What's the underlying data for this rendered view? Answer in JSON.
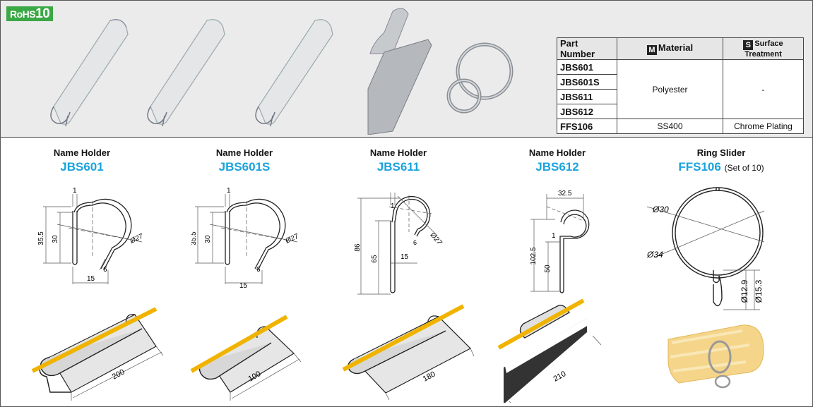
{
  "badge": {
    "rohs": "RoHS",
    "rohs_num": "10"
  },
  "spec_table": {
    "headers": {
      "part_number": "Part Number",
      "material_icon": "M",
      "material": "Material",
      "surface_icon": "S",
      "surface": "Surface Treatment"
    },
    "rows": [
      {
        "part": "JBS601"
      },
      {
        "part": "JBS601S"
      },
      {
        "part": "JBS611"
      },
      {
        "part": "JBS612"
      },
      {
        "part": "FFS106",
        "material": "SS400",
        "surface": "Chrome Plating"
      }
    ],
    "group_material": "Polyester",
    "group_surface": "-"
  },
  "products": [
    {
      "name": "Name Holder",
      "code": "JBS601",
      "dims": [
        "35.5",
        "30",
        "1",
        "Ø27",
        "6",
        "15"
      ],
      "length": "200"
    },
    {
      "name": "Name Holder",
      "code": "JBS601S",
      "dims": [
        "35.5",
        "30",
        "1",
        "Ø27",
        "6",
        "15"
      ],
      "length": "100"
    },
    {
      "name": "Name Holder",
      "code": "JBS611",
      "dims": [
        "86",
        "65",
        "1",
        "Ø27",
        "6",
        "15"
      ],
      "length": "180"
    },
    {
      "name": "Name Holder",
      "code": "JBS612",
      "dims": [
        "32.5",
        "102.5",
        "50",
        "1"
      ],
      "length": "210"
    },
    {
      "name": "Ring Slider",
      "code": "FFS106",
      "note": "(Set of 10)",
      "dims": [
        "Ø30",
        "Ø34",
        "Ø12.9",
        "Ø15.3"
      ]
    }
  ]
}
